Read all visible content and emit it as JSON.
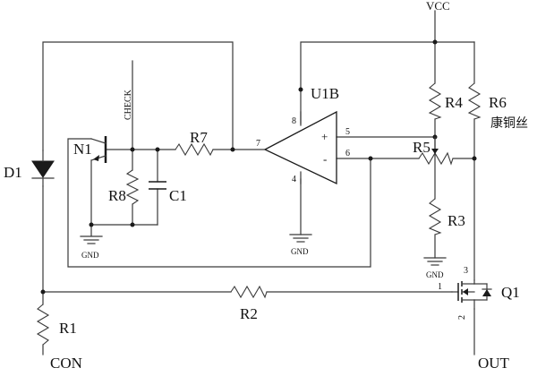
{
  "components": {
    "d1": "D1",
    "n1": "N1",
    "r1": "R1",
    "r2": "R2",
    "r3": "R3",
    "r4": "R4",
    "r5": "R5",
    "r6": "R6",
    "r7": "R7",
    "r8": "R8",
    "c1": "C1",
    "u1b": "U1B",
    "q1": "Q1"
  },
  "nets": {
    "vcc": "VCC",
    "gnd_left": "GND",
    "gnd_mid": "GND",
    "gnd_right": "GND",
    "check": "CHECK",
    "con": "CON",
    "out": "OUT"
  },
  "pins": {
    "u_out": "7",
    "u_vplus": "8",
    "u_vminus": "4",
    "u_in_plus": "5",
    "u_in_minus": "6",
    "op_plus": "+",
    "op_minus": "-",
    "q_gate": "1",
    "q_drain": "3",
    "q_source": "2"
  },
  "notes": {
    "r6_material": "康铜丝"
  }
}
